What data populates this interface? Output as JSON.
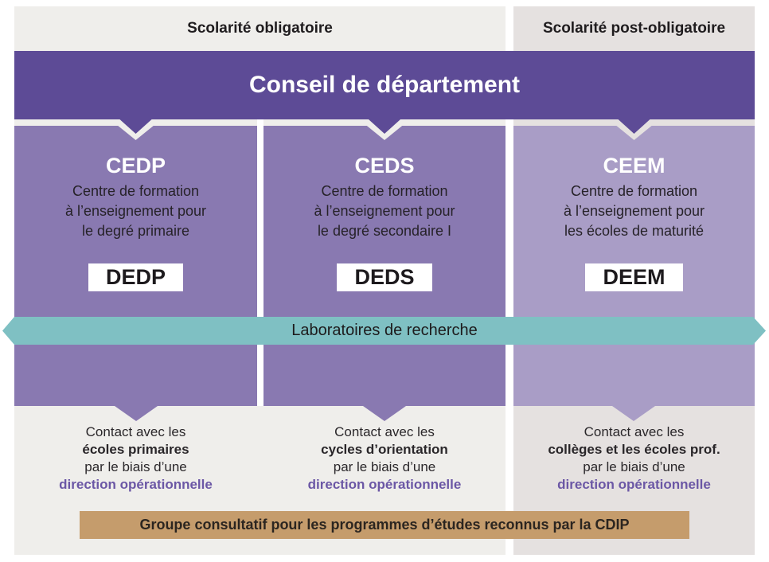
{
  "header": {
    "left": "Scolarité obligatoire",
    "right": "Scolarité post-obligatoire"
  },
  "banner": {
    "title": "Conseil de département"
  },
  "columns": [
    {
      "code": "CEDP",
      "description": [
        "Centre de formation",
        "à l’enseignement pour",
        "le degré primaire"
      ],
      "dept": "DEDP",
      "contact": {
        "line1": "Contact avec les",
        "target": "écoles primaires",
        "line3": "par le biais d’une",
        "line4": "direction opérationnelle"
      }
    },
    {
      "code": "CEDS",
      "description": [
        "Centre de formation",
        "à l’enseignement pour",
        "le degré secondaire I"
      ],
      "dept": "DEDS",
      "contact": {
        "line1": "Contact avec les",
        "target": "cycles d’orientation",
        "line3": "par le biais d’une",
        "line4": "direction opérationnelle"
      }
    },
    {
      "code": "CEEM",
      "description": [
        "Centre de formation",
        "à l’enseignement pour",
        "les écoles de maturité"
      ],
      "dept": "DEEM",
      "contact": {
        "line1": "Contact avec les",
        "target": "collèges et les écoles prof.",
        "line3": "par le biais d’une",
        "line4": "direction opérationnelle"
      }
    }
  ],
  "research_band": {
    "label": "Laboratoires de recherche"
  },
  "advisory": {
    "label": "Groupe consultatif pour les programmes d’études reconnus par la CDIP"
  },
  "colors": {
    "banner_purple": "#5d4b96",
    "column_purple": "#8979b1",
    "column_light_purple": "#a99dc6",
    "teal": "#7fc0c3",
    "tan": "#c59c6c",
    "bg_obligatoire": "#efeeeb",
    "bg_post_obligatoire": "#e5e1e0",
    "accent_text_purple": "#6b57a5"
  }
}
